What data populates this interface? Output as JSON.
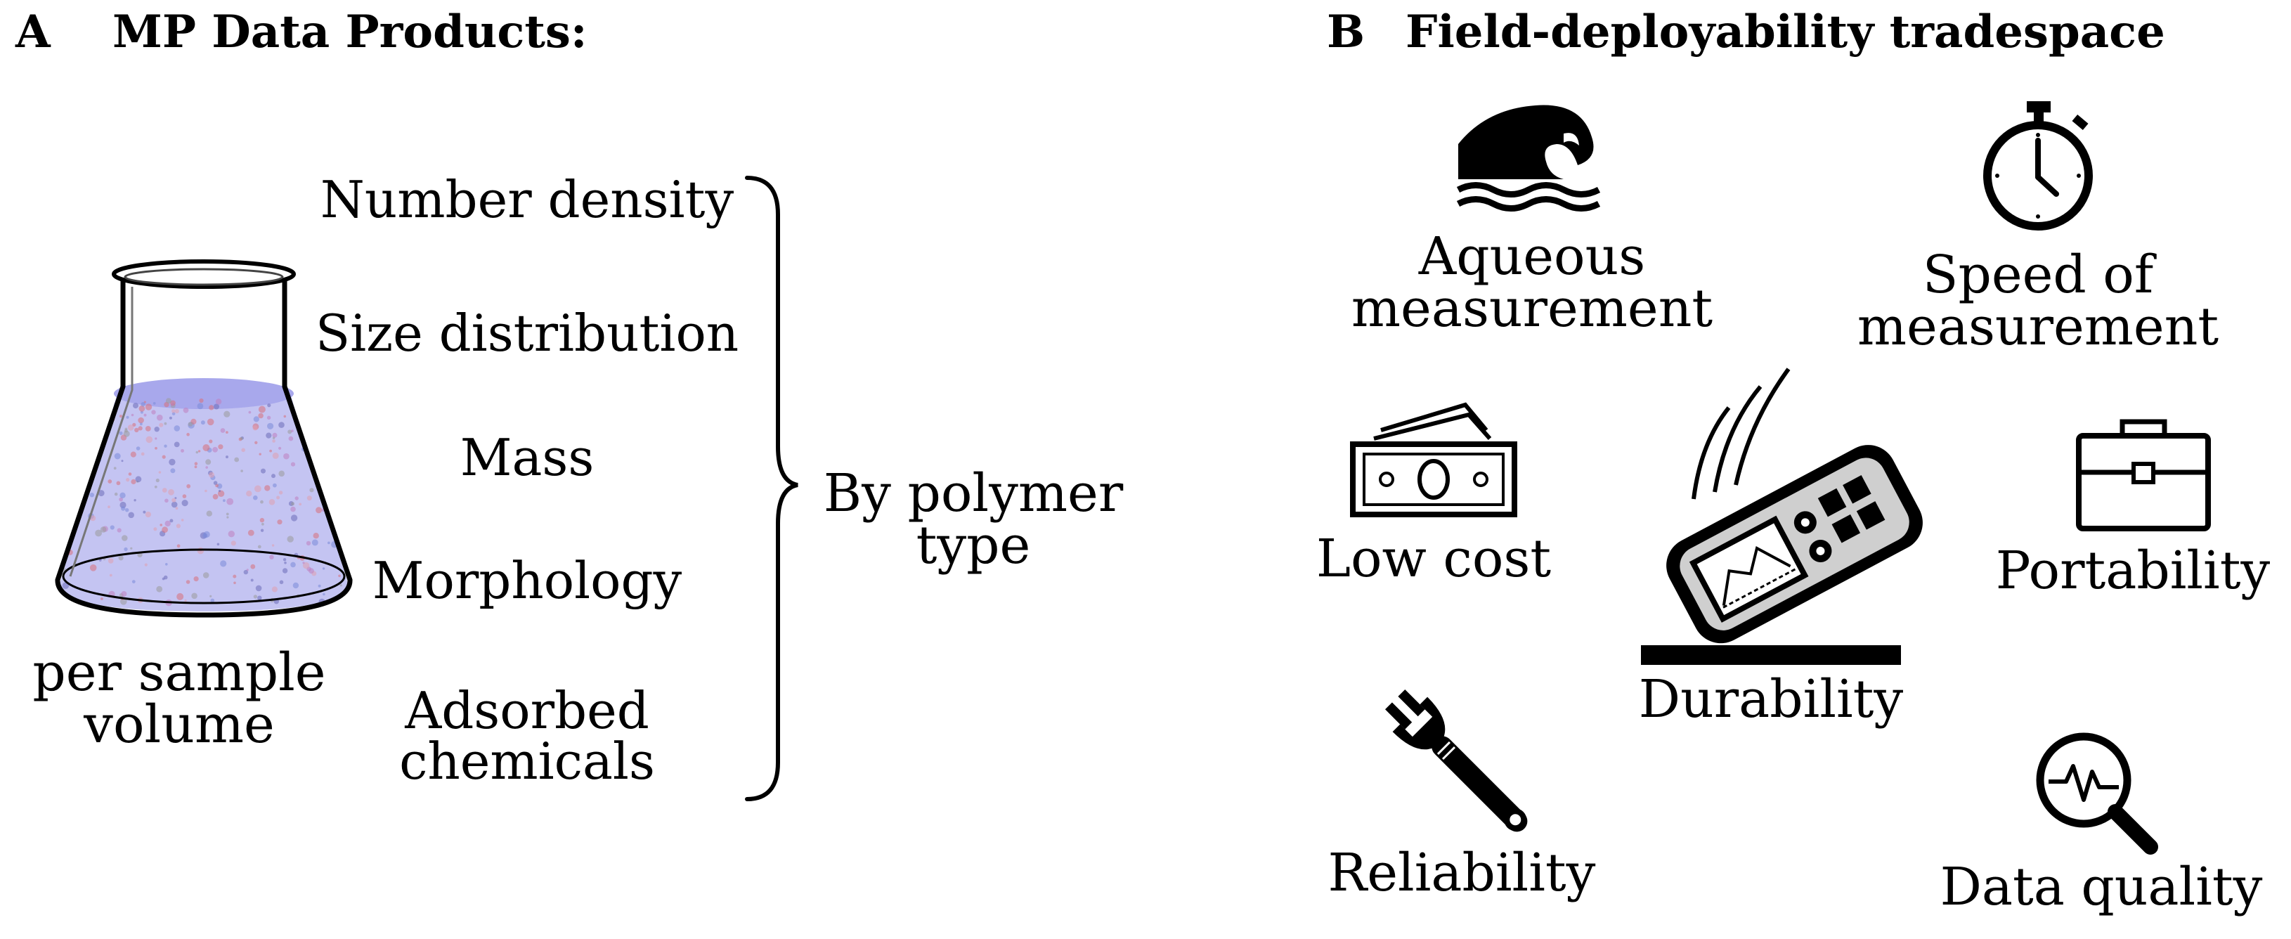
{
  "panel_a": {
    "letter": "A",
    "title": "MP Data Products:",
    "flask_label_line1": "per sample",
    "flask_label_line2": "volume",
    "products": [
      "Number density",
      "Size distribution",
      "Mass",
      "Morphology"
    ],
    "product_multiline": {
      "line1": "Adsorbed",
      "line2": "chemicals"
    },
    "bracket_label_line1": "By polymer",
    "bracket_label_line2": "type"
  },
  "panel_b": {
    "letter": "B",
    "title": "Field-deployability tradespace",
    "aqueous": {
      "line1": "Aqueous",
      "line2": "measurement",
      "icon": "wave-icon"
    },
    "speed": {
      "line1": "Speed of",
      "line2": "measurement",
      "icon": "stopwatch-icon"
    },
    "low_cost": {
      "label": "Low cost",
      "icon": "money-icon"
    },
    "durability": {
      "label": "Durability",
      "icon": "falling-device-icon"
    },
    "portability": {
      "label": "Portability",
      "icon": "briefcase-icon"
    },
    "reliability": {
      "label": "Reliability",
      "icon": "wrench-icon"
    },
    "data_quality": {
      "label": "Data quality",
      "icon": "magnifier-signal-icon"
    }
  },
  "colors": {
    "liquid": "#b9b9f0",
    "ink": "#000000",
    "device_fill": "#cfcfcf"
  }
}
